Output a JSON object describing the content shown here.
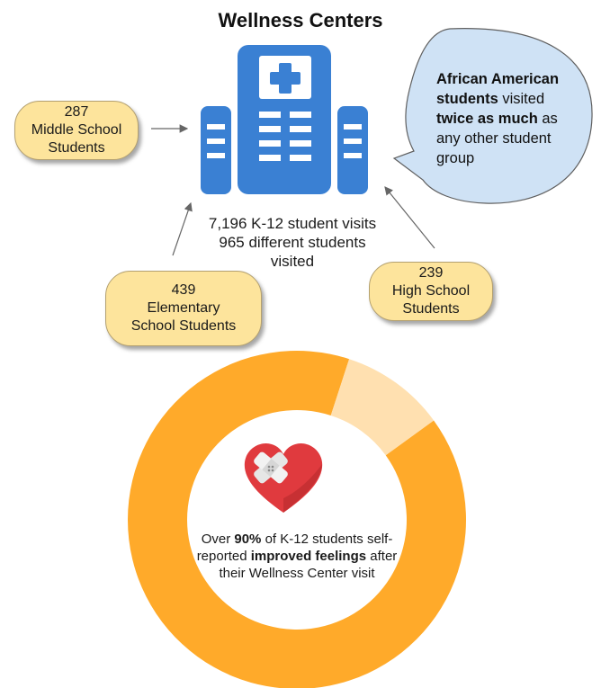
{
  "title": "Wellness Centers",
  "pills": {
    "middle": {
      "count": "287",
      "line1": "Middle School",
      "line2": "Students"
    },
    "elementary": {
      "count": "439",
      "line1": "Elementary",
      "line2": "School Students"
    },
    "high": {
      "count": "239",
      "line1": "High School",
      "line2": "Students"
    }
  },
  "stats": {
    "visits": "7,196 K-12 student visits",
    "students_line1": "965 different students",
    "students_line2": "visited"
  },
  "bubble": {
    "part1_bold": "African American",
    "part2_bold": "students",
    "part3": " visited ",
    "part4_bold": "twice as much",
    "part5": " as any other student group"
  },
  "donut": {
    "percent_filled": 90,
    "text_prefix": "Over ",
    "text_bold1": "90%",
    "text_mid": " of K-12 students self-reported ",
    "text_bold2": "improved feelings",
    "text_suffix": " after their Wellness Center visit"
  },
  "colors": {
    "building": "#3a80d3",
    "pill_fill": "#fde49c",
    "bubble_fill": "#cfe2f5",
    "donut_main": "#ffaa2a",
    "donut_light": "#ffe0b0",
    "heart": "#e03a3e"
  },
  "icons": {
    "building": "hospital-building-icon",
    "heart": "bandaged-heart-icon"
  }
}
